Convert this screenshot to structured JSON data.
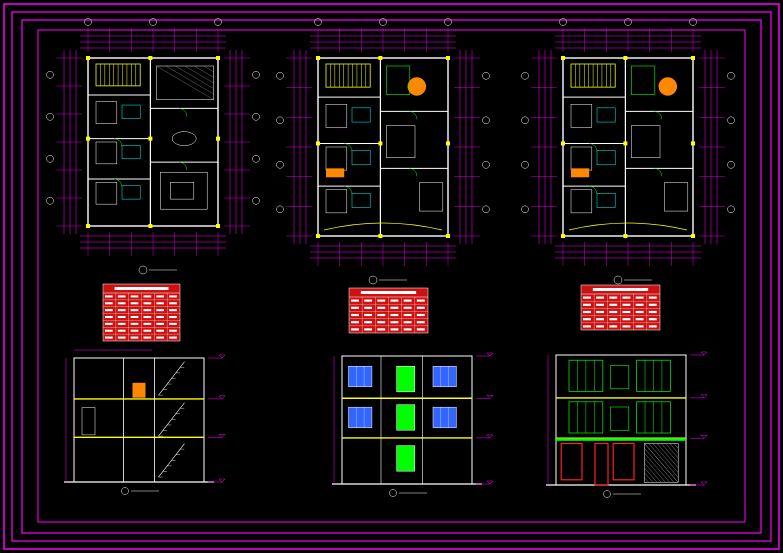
{
  "colors": {
    "background": "#000000",
    "frame": "#ff00ff",
    "wall": "#ffffff",
    "dimension": "#ff00ff",
    "accent_yellow": "#ffff00",
    "accent_green": "#00ff00",
    "accent_red": "#ff2020",
    "accent_blue": "#3366ff",
    "accent_cyan": "#00ffff",
    "accent_orange": "#ff8800",
    "table_fill": "#cc1111"
  },
  "drawing": {
    "plans": [
      {
        "id": "ground-floor-plan",
        "variant": "ground"
      },
      {
        "id": "first-floor-plan",
        "variant": "typical"
      },
      {
        "id": "second-floor-plan",
        "variant": "upper"
      }
    ],
    "schedules": [
      {
        "id": "schedule-table-1",
        "rows": 7,
        "cols": 6
      },
      {
        "id": "schedule-table-2",
        "rows": 5,
        "cols": 6
      },
      {
        "id": "schedule-table-3",
        "rows": 5,
        "cols": 6
      }
    ],
    "views": [
      {
        "id": "section-view",
        "type": "section"
      },
      {
        "id": "rear-elevation",
        "type": "elevation-rear"
      },
      {
        "id": "front-elevation",
        "type": "elevation-front"
      }
    ]
  }
}
